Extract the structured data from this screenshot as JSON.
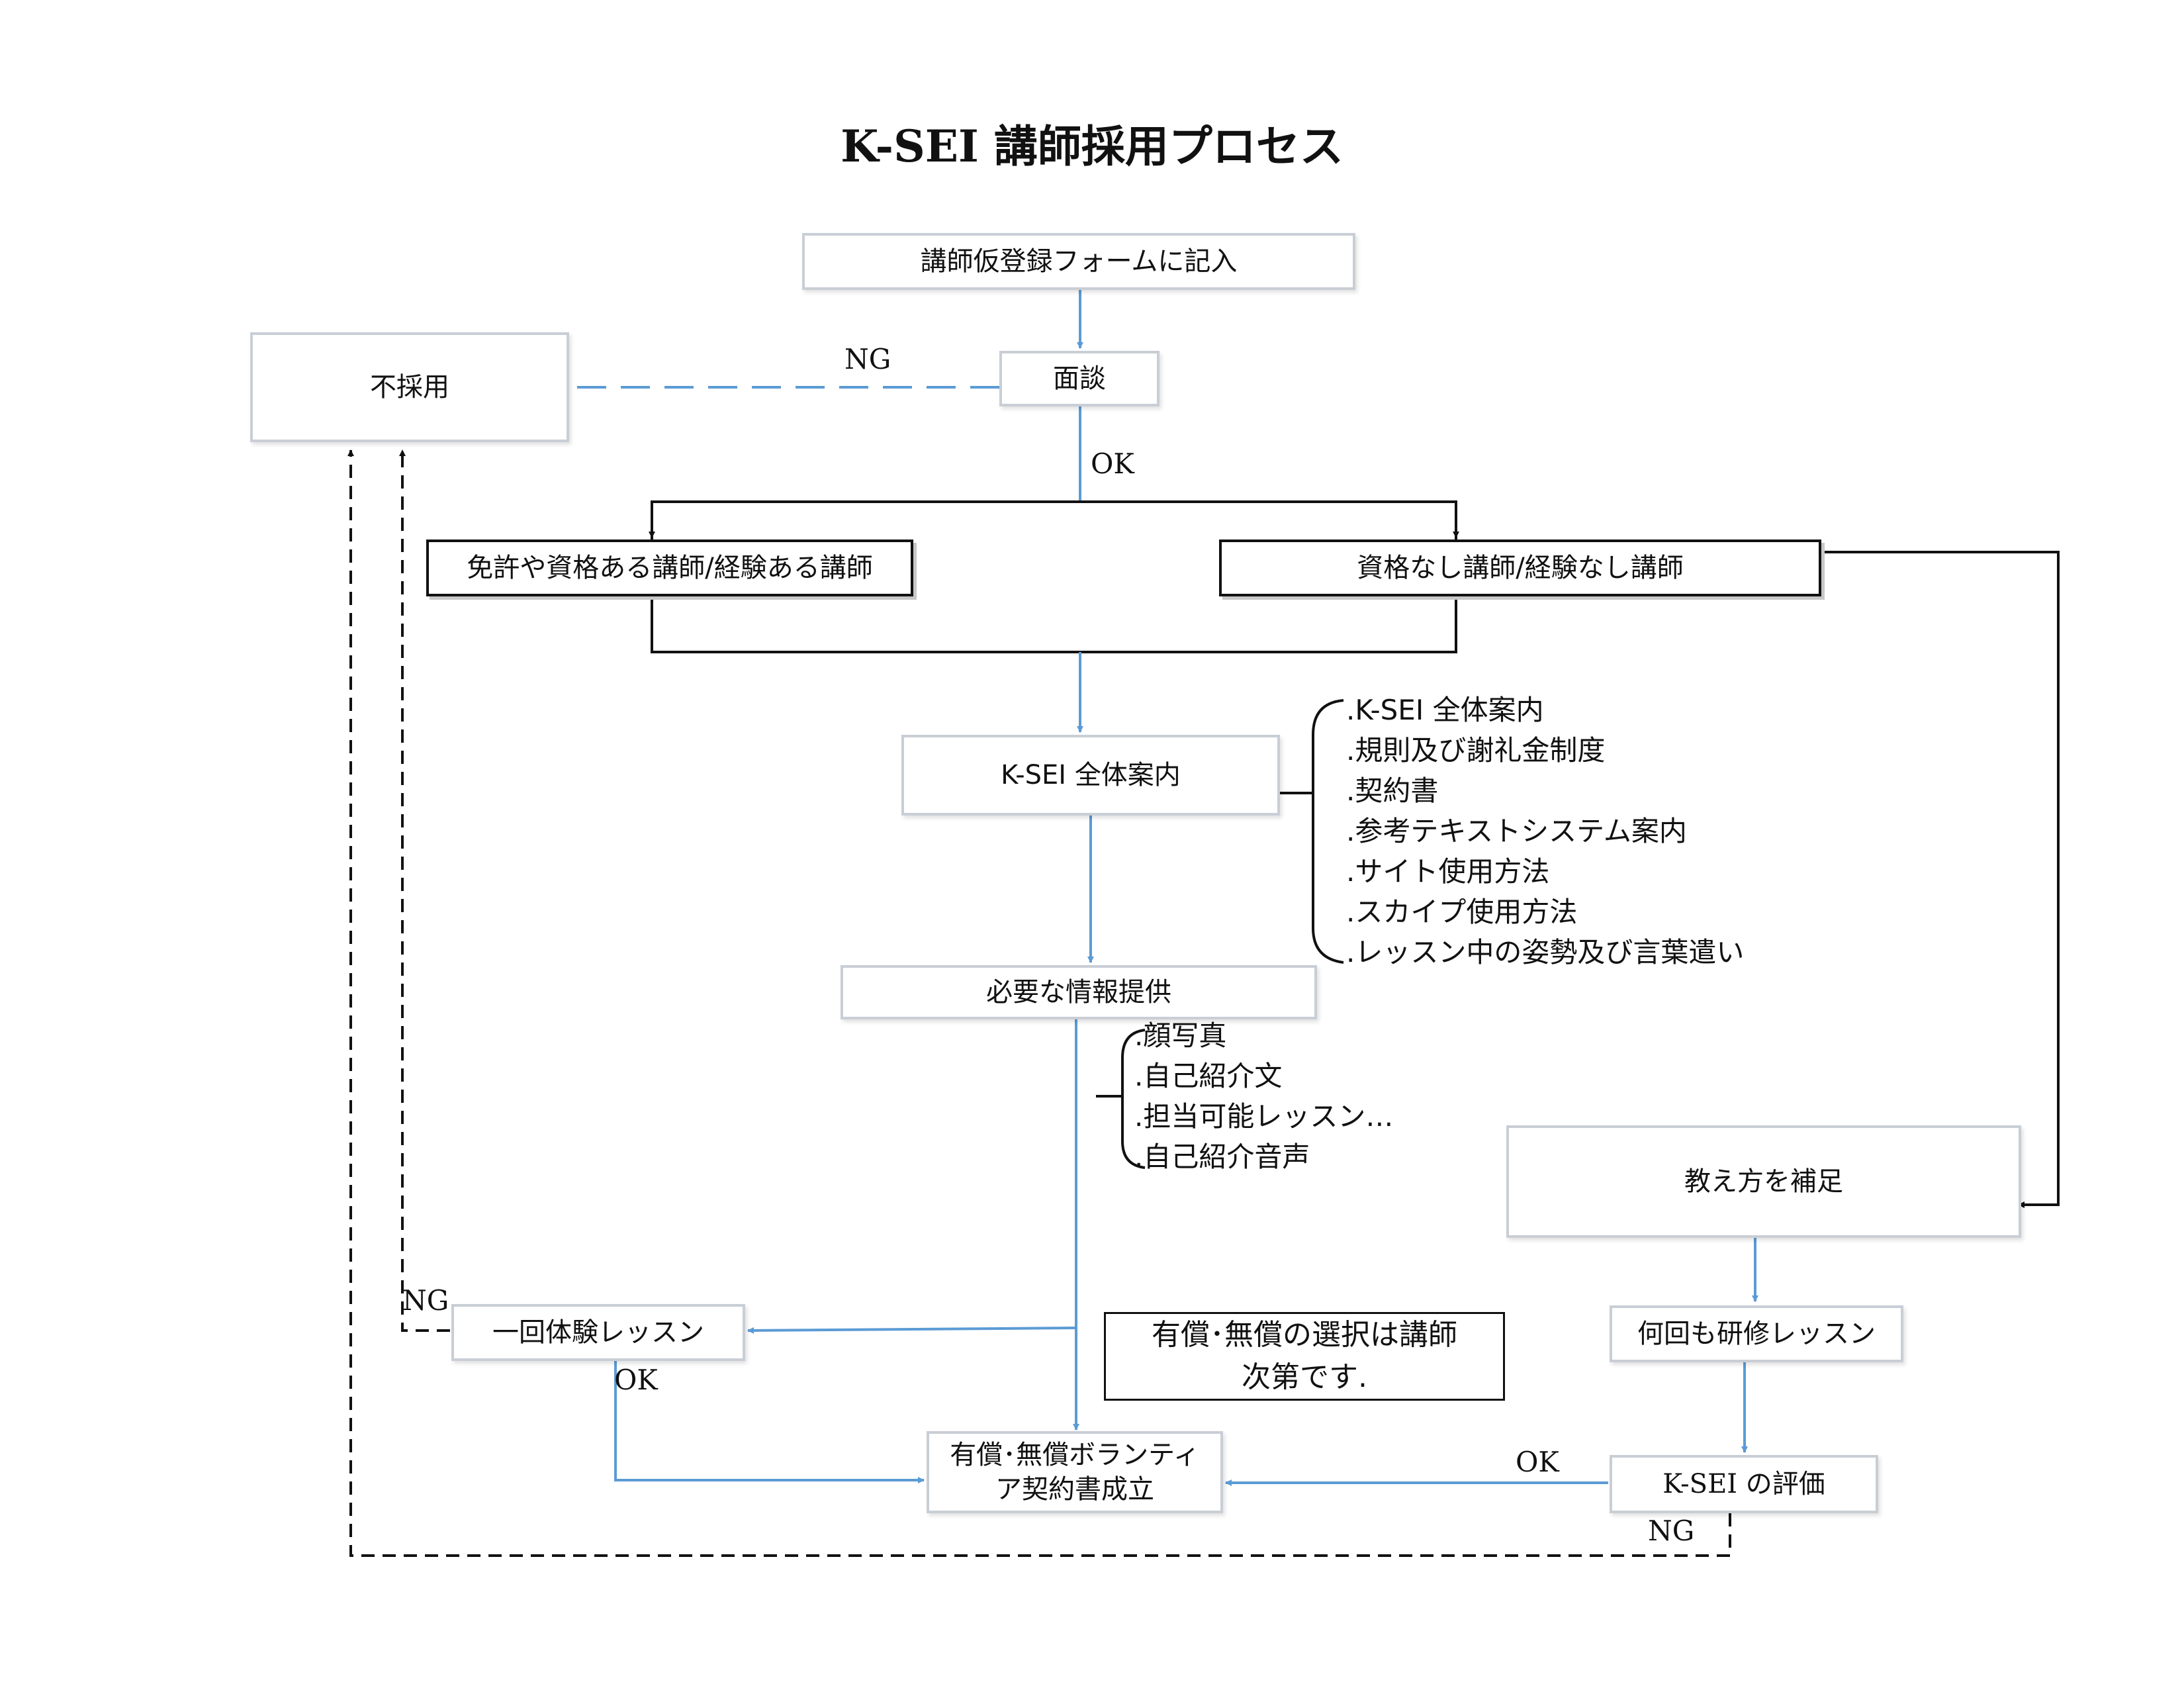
{
  "title": "K-SEI 講師採用プロセス",
  "nodes": {
    "form": "講師仮登録フォームに記入",
    "interview": "面談",
    "rejected": "不採用",
    "qualified": "免許や資格ある講師/経験ある講師",
    "unqualified": "資格なし講師/経験なし講師",
    "guide": "K-SEI 全体案内",
    "info": "必要な情報提供",
    "support": "教え方を補足",
    "trial": "一回体験レッスン",
    "training": "何回も研修レッスン",
    "contract_line1": "有償･無償ボランティ",
    "contract_line2": "ア契約書成立",
    "evaluation": "K-SEI の評価"
  },
  "note": {
    "line1": "有償･無償の選択は講師",
    "line2": "次第です."
  },
  "guide_items": [
    ".K-SEI 全体案内",
    ".規則及び謝礼金制度",
    ".契約書",
    ".参考テキストシステム案内",
    ".サイト使用方法",
    ".スカイプ使用方法",
    ".レッスン中の姿勢及び言葉遣い"
  ],
  "info_items": [
    ".顔写真",
    ".自己紹介文",
    ".担当可能レッスン…",
    ".自己紹介音声"
  ],
  "labels": {
    "ng_interview": "NG",
    "ok_interview": "OK",
    "ng_trial": "NG",
    "ok_trial": "OK",
    "ok_eval": "OK",
    "ng_eval": "NG"
  }
}
